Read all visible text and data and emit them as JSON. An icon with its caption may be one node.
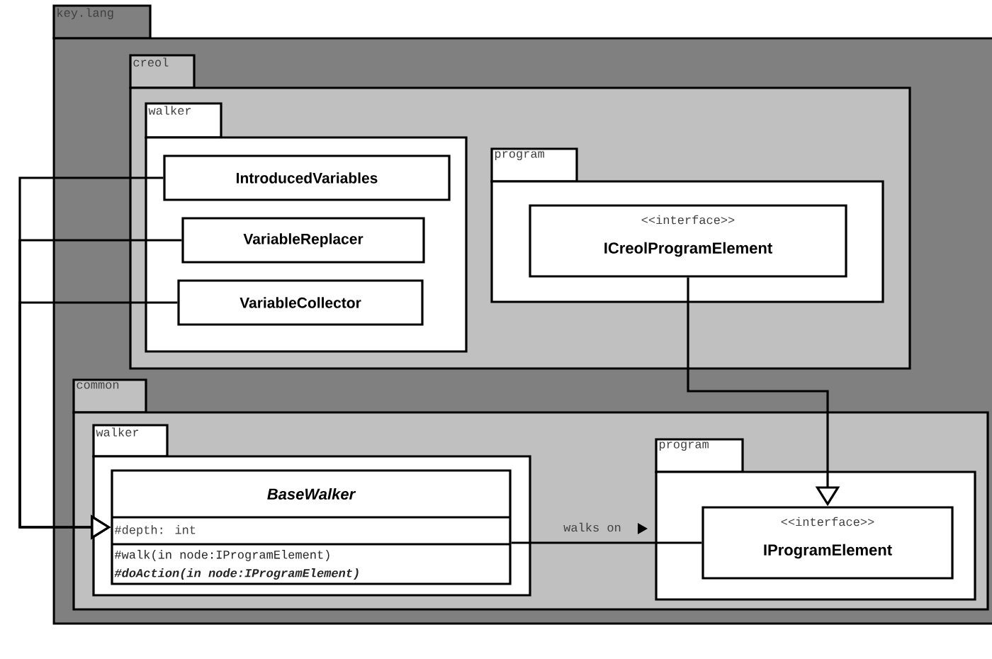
{
  "diagram": {
    "nodes": [
      {
        "text": [
          "key.lang"
        ]
      },
      {
        "text": [
          "creol"
        ],
        "in": 0
      },
      {
        "text": [
          "walker"
        ],
        "in": 1
      },
      {
        "text": [
          "IntroducedVariables"
        ],
        "in": 2
      },
      {
        "text": [
          "VariableReplacer"
        ],
        "in": 2
      },
      {
        "text": [
          "VariableCollector"
        ],
        "in": 2
      },
      {
        "text": [
          "program"
        ],
        "in": 1
      },
      {
        "text": [
          "<<interface>>",
          "ICreolProgramElement"
        ],
        "in": 6
      },
      {
        "text": [
          "common"
        ],
        "in": 0
      },
      {
        "text": [
          "walker"
        ],
        "in": 8
      },
      {
        "text": [
          "BaseWalker",
          "#depth: int",
          "#walk(in node:IProgramElement)",
          "#doAction(in node:IProgramElement)"
        ],
        "in": 9
      },
      {
        "text": [
          "program"
        ],
        "in": 8
      },
      {
        "text": [
          "<<interface>>",
          "IProgramElement"
        ],
        "in": 11
      }
    ],
    "edges": [
      {
        "from": 3,
        "to": 10,
        "arrow": "to"
      },
      {
        "from": 4,
        "to": 10,
        "arrow": "to"
      },
      {
        "from": 5,
        "to": 10,
        "arrow": "to"
      },
      {
        "from": 7,
        "to": 12,
        "arrow": "to"
      },
      {
        "from": 10,
        "to": 12,
        "arrow": "none",
        "label": "walks on"
      }
    ]
  }
}
